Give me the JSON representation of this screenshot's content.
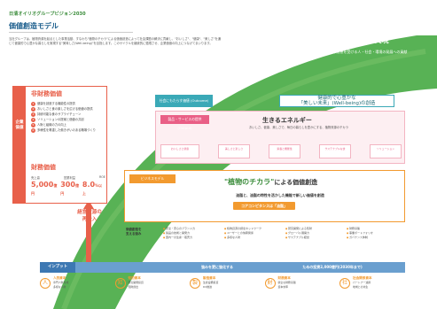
{
  "header": {
    "brand": "日清オイリオグループビジョン2030",
    "title": "価値創造モデル"
  },
  "intro": {
    "text": "当社グループは、植物資源を起点とした事業活動、すなわち\"植物のチカラ\"による価値創造によって社会課題の解決に貢献し、\"おいしさ\"、\"健康\"、\"美しさ\"を通じて健康的で心豊かな暮らしを実現する\"美味しさ(Well-being)\"を目指します。このサイクルを継続的に循環させ、企業価値の向上につなげてまいります。"
  },
  "sustainability": {
    "title": "サステナビリティの実現",
    "subtitle": "企業価値の創造と、その恩恵を受ける人・社会・環境の発展への貢献"
  },
  "nonfinancial": {
    "side_label": "企業価値",
    "heading": "非財務価値",
    "items": [
      {
        "num": "1",
        "text": "健康を創造する機能性の提供"
      },
      {
        "num": "2",
        "text": "おいしさと食の楽しさを広げる価値の提供"
      },
      {
        "num": "3",
        "text": "持続可能な食のサプライチェーン"
      },
      {
        "num": "4",
        "text": "ソリューションの提案と価値の共創"
      },
      {
        "num": "5",
        "text": "人財と組織の力の向上"
      },
      {
        "num": "6",
        "text": "多様性を尊重した働きがいのある職場づくり"
      }
    ]
  },
  "financial": {
    "heading": "財務価値",
    "labels": [
      "売上高",
      "営業利益",
      "ROE"
    ],
    "values": [
      {
        "num": "5,000",
        "unit": "億円"
      },
      {
        "num": "300",
        "unit": "億円"
      },
      {
        "num": "8.0",
        "unit": "%以上"
      }
    ]
  },
  "reinvest": {
    "line1": "経営資源の",
    "line2": "再投入"
  },
  "outcome": {
    "tag": "社会にもたらす価値 (Outcome)",
    "text_line1": "健康的で心豊かな",
    "text_line2": "「美しい未来」(Well-being)の創造"
  },
  "output": {
    "tag": "製品・サービスの提供 (Output)",
    "title": "生きるエネルギー",
    "subtitle": "おいしさ、健康、美しさで、毎日の暮らしを豊かにする、植物資源のチカラ",
    "chips": [
      "おいしさと健康",
      "美しさと楽しさ",
      "栄養と機能性",
      "サステナブルな食",
      "ソリューション"
    ]
  },
  "core": {
    "tag": "ビジネスモデル",
    "title_quote": "\"植物のチカラ\"",
    "title_rest": "による価値創造",
    "subtitle": "油脂と、油脂の特性を活かした機能で新しい価値を創造",
    "pill": "コアコンピタンスは「油脂」"
  },
  "strengths": {
    "label_line1": "価値創造を",
    "label_line2": "支える強み",
    "cols": [
      [
        "安全・安心のブランド力",
        "製品の技術と開発力",
        "国内一の生産・販売力"
      ],
      [
        "植物資源の調達ネットワーク",
        "ユーザーとの信頼関係",
        "多様な人財"
      ],
      [
        "研究開発による知財",
        "グローバル展開力",
        "サステナブル経営"
      ],
      [
        "財務基盤",
        "事業ポートフォリオ",
        "ガバナンス体制"
      ]
    ]
  },
  "input": {
    "tag": "インプット",
    "middle": "強みを更に強化する",
    "right": "ための投資2,000億円(2030年まで)"
  },
  "capitals": [
    {
      "icon": "人",
      "name": "人的資本",
      "items": [
        "専門人財育成",
        "多様な人財"
      ]
    },
    {
      "icon": "知",
      "name": "知的資本",
      "items": [
        "研究開発投資",
        "知財創出"
      ]
    },
    {
      "icon": "製",
      "name": "製造資本",
      "items": [
        "生産設備投資",
        "DX推進"
      ]
    },
    {
      "icon": "財",
      "name": "財務資本",
      "items": [
        "健全な財務基盤",
        "資本効率"
      ]
    },
    {
      "icon": "社",
      "name": "社会関係資本",
      "items": [
        "パートナー連携",
        "地域との共生"
      ]
    }
  ]
}
